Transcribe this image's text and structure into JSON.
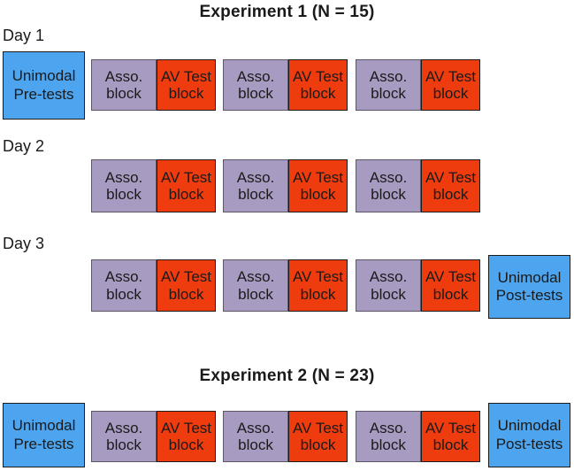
{
  "colors": {
    "background": "#ffffff",
    "blue": "#4da4ef",
    "purple": "#a89bc2",
    "red": "#ee3c0f",
    "text": "#1a1a1a",
    "purple-border": "#5b5564",
    "dark-border": "#1c1c1c"
  },
  "experiment1": {
    "title": "Experiment 1 (N = 15)",
    "day_labels": [
      "Day 1",
      "Day 2",
      "Day 3"
    ]
  },
  "experiment2": {
    "title": "Experiment 2 (N = 23)"
  },
  "blocks": {
    "asso": [
      "Asso.",
      "block"
    ],
    "av_test": [
      "AV Test",
      "block"
    ],
    "pretest": [
      "Unimodal",
      "Pre-tests"
    ],
    "posttest": [
      "Unimodal",
      "Post-tests"
    ]
  }
}
